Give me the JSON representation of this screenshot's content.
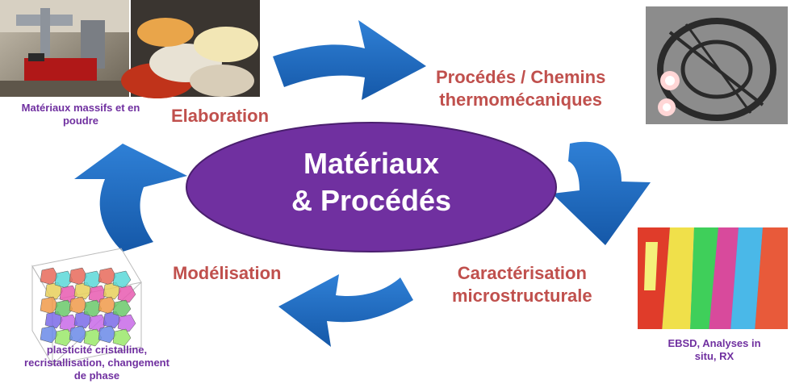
{
  "center": {
    "line1": "Matériaux",
    "line2": "& Procédés"
  },
  "stages": {
    "elaboration": "Elaboration",
    "procedes_line1": "Procédés / Chemins",
    "procedes_line2": "thermomécaniques",
    "caracterisation_line1": "Caractérisation",
    "caracterisation_line2": "microstructurale",
    "modelisation": "Modélisation"
  },
  "captions": {
    "materiaux_line1": "Matériaux massifs et en",
    "materiaux_line2": "poudre",
    "ebsd_line1": "EBSD, Analyses in",
    "ebsd_line2": "situ, RX",
    "plasticite_line1": "plasticité cristalline,",
    "plasticite_line2": "recristallisation, changement",
    "plasticite_line3": "de phase"
  },
  "colors": {
    "ellipse": "#7030a0",
    "arrow": "#1f6fc5",
    "stage_label": "#c0504d",
    "caption": "#7030a0"
  }
}
